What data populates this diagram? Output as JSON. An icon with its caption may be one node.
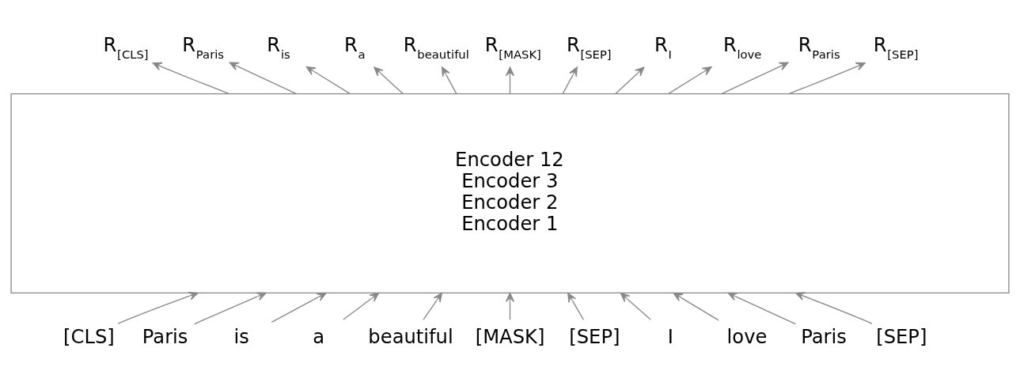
{
  "diagram": {
    "nodes": [
      {
        "text": [
          "R$_{[CLS]}$"
        ]
      },
      {
        "text": [
          "R$_{Paris}$"
        ]
      },
      {
        "text": [
          "R$_{is}$"
        ]
      },
      {
        "text": [
          "R$_{a}$"
        ]
      },
      {
        "text": [
          "R$_{beautiful}$"
        ]
      },
      {
        "text": [
          "R$_{[MASK]}$"
        ]
      },
      {
        "text": [
          "R$_{[SEP]}$"
        ]
      },
      {
        "text": [
          "R$_{I}$"
        ]
      },
      {
        "text": [
          "R$_{love}$"
        ]
      },
      {
        "text": [
          "R$_{Paris}$"
        ]
      },
      {
        "text": [
          "R$_{[SEP]}$"
        ]
      },
      {
        "text": [
          "Encoder 12",
          "Encoder 3",
          "Encoder 2",
          "Encoder 1"
        ]
      },
      {
        "text": [
          "[CLS]"
        ]
      },
      {
        "text": [
          "Paris"
        ]
      },
      {
        "text": [
          "is"
        ]
      },
      {
        "text": [
          "a"
        ]
      },
      {
        "text": [
          "beautiful"
        ]
      },
      {
        "text": [
          "[MASK]"
        ]
      },
      {
        "text": [
          "[SEP]"
        ]
      },
      {
        "text": [
          "I"
        ]
      },
      {
        "text": [
          "love"
        ]
      },
      {
        "text": [
          "Paris"
        ]
      },
      {
        "text": [
          "[SEP]"
        ]
      }
    ],
    "edges": [
      {
        "from": 12,
        "to": 11,
        "arrow": "to"
      },
      {
        "from": 13,
        "to": 11,
        "arrow": "to"
      },
      {
        "from": 14,
        "to": 11,
        "arrow": "to"
      },
      {
        "from": 15,
        "to": 11,
        "arrow": "to"
      },
      {
        "from": 16,
        "to": 11,
        "arrow": "to"
      },
      {
        "from": 17,
        "to": 11,
        "arrow": "to"
      },
      {
        "from": 18,
        "to": 11,
        "arrow": "to"
      },
      {
        "from": 19,
        "to": 11,
        "arrow": "to"
      },
      {
        "from": 20,
        "to": 11,
        "arrow": "to"
      },
      {
        "from": 21,
        "to": 11,
        "arrow": "to"
      },
      {
        "from": 22,
        "to": 11,
        "arrow": "to"
      },
      {
        "from": 11,
        "to": 0,
        "arrow": "to"
      },
      {
        "from": 11,
        "to": 1,
        "arrow": "to"
      },
      {
        "from": 11,
        "to": 2,
        "arrow": "to"
      },
      {
        "from": 11,
        "to": 3,
        "arrow": "to"
      },
      {
        "from": 11,
        "to": 4,
        "arrow": "to"
      },
      {
        "from": 11,
        "to": 5,
        "arrow": "to"
      },
      {
        "from": 11,
        "to": 6,
        "arrow": "to"
      },
      {
        "from": 11,
        "to": 7,
        "arrow": "to"
      },
      {
        "from": 11,
        "to": 8,
        "arrow": "to"
      },
      {
        "from": 11,
        "to": 9,
        "arrow": "to"
      },
      {
        "from": 11,
        "to": 10,
        "arrow": "to"
      }
    ]
  }
}
